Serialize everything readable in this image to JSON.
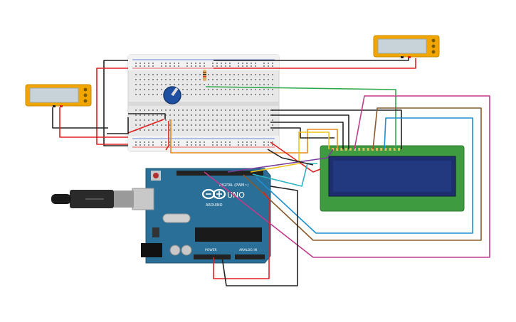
{
  "arduino": {
    "board_name": "UNO",
    "brand": "ARDUINO",
    "digital_label": "DIGITAL (PWM~)",
    "power_label": "POWER",
    "analog_label": "ANALOG IN",
    "colors": {
      "board": "#2a6f97",
      "header": "#222222"
    }
  },
  "lcd": {
    "colors": {
      "pcb": "#3f9b3f",
      "screen": "#1e2f6f"
    }
  },
  "multimeters": [
    {
      "name": "multimeter-right"
    },
    {
      "name": "multimeter-left"
    }
  ],
  "wire_colors": {
    "red": "#e02020",
    "black": "#222222",
    "green": "#2fa84f",
    "orange": "#e58a1f",
    "yellow": "#f0c419",
    "purple": "#7b3fa0",
    "magenta": "#c23a8c",
    "brown": "#8b5a2b",
    "blue": "#1f8fcf",
    "teal": "#2bb3c0"
  }
}
